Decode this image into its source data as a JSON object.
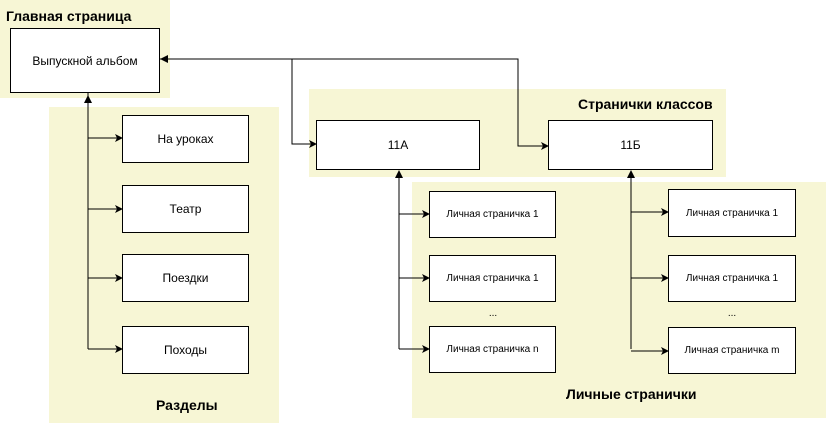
{
  "colors": {
    "zone_fill": "#f7f6d5",
    "node_fill": "#ffffff",
    "line": "#000000"
  },
  "zones": {
    "main": "Главная страница",
    "classes": "Странички классов",
    "sections": "Разделы",
    "personal": "Личные странички"
  },
  "nodes": {
    "album": "Выпускной альбом",
    "class_a": "11А",
    "class_b": "11Б",
    "sections": [
      "На уроках",
      "Театр",
      "Поездки",
      "Походы"
    ],
    "class_a_pages": [
      "Личная страничка 1",
      "Личная страничка 1",
      "...",
      "Личная страничка n"
    ],
    "class_b_pages": [
      "Личная страничка 1",
      "Личная страничка 1",
      "...",
      "Личная страничка m"
    ]
  }
}
